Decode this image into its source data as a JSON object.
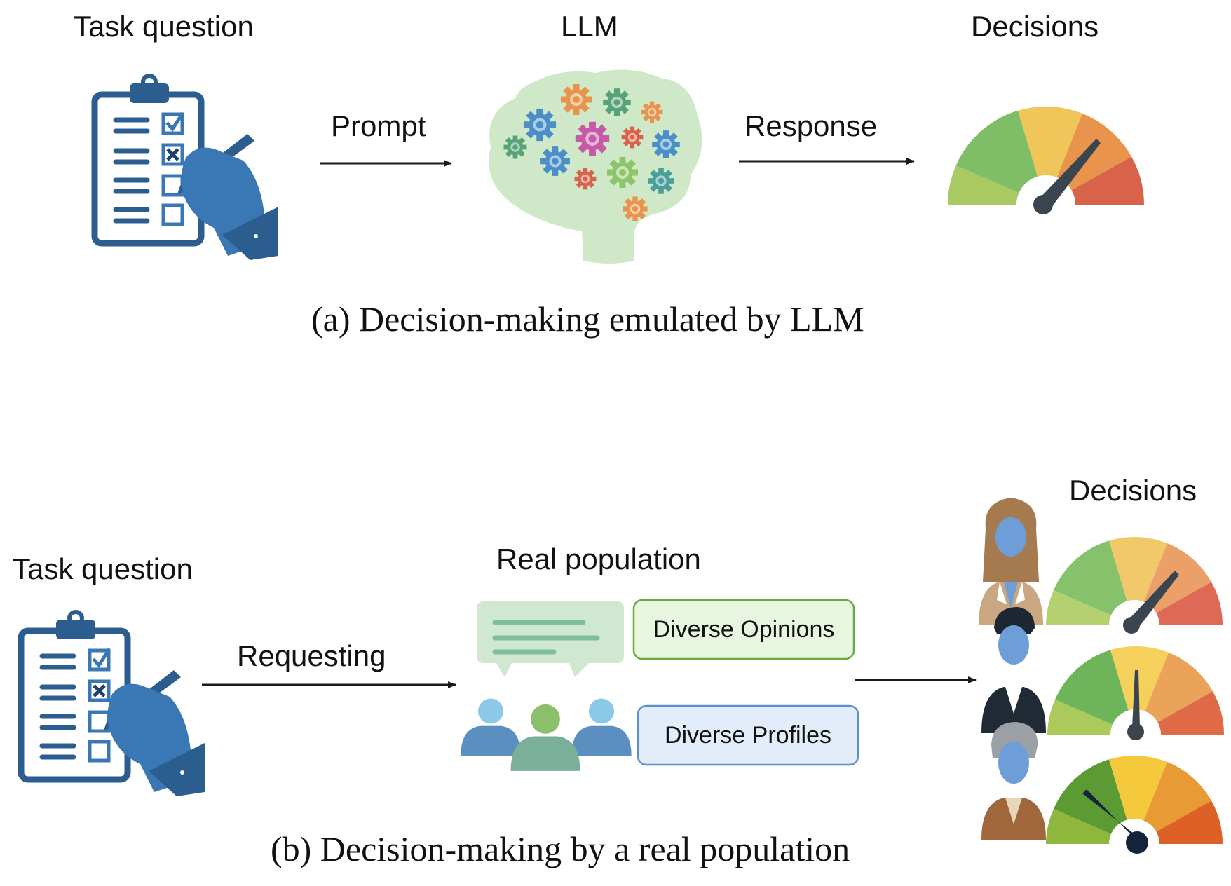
{
  "part_a": {
    "task_label": "Task question",
    "llm_label": "LLM",
    "decisions_label": "Decisions",
    "prompt_label": "Prompt",
    "response_label": "Response",
    "caption": "(a) Decision-making emulated by LLM"
  },
  "part_b": {
    "task_label": "Task question",
    "population_label": "Real population",
    "decisions_label": "Decisions",
    "requesting_label": "Requesting",
    "opinions_box": "Diverse Opinions",
    "profiles_box": "Diverse Profiles",
    "caption": "(b) Decision-making by a real population"
  },
  "colors": {
    "clipboard_blue": "#2c5d8f",
    "hand_blue": "#3a78b5",
    "brain_green": "#cfe8c8",
    "gauge_green": "#8cc56a",
    "gauge_yellow": "#f0c65a",
    "gauge_orange": "#e8944d",
    "gauge_red": "#d9624a",
    "opinions_border": "#6aaa45",
    "opinions_fill": "#e8f5df",
    "profiles_border": "#5b8fd0",
    "profiles_fill": "#e3edf9"
  }
}
